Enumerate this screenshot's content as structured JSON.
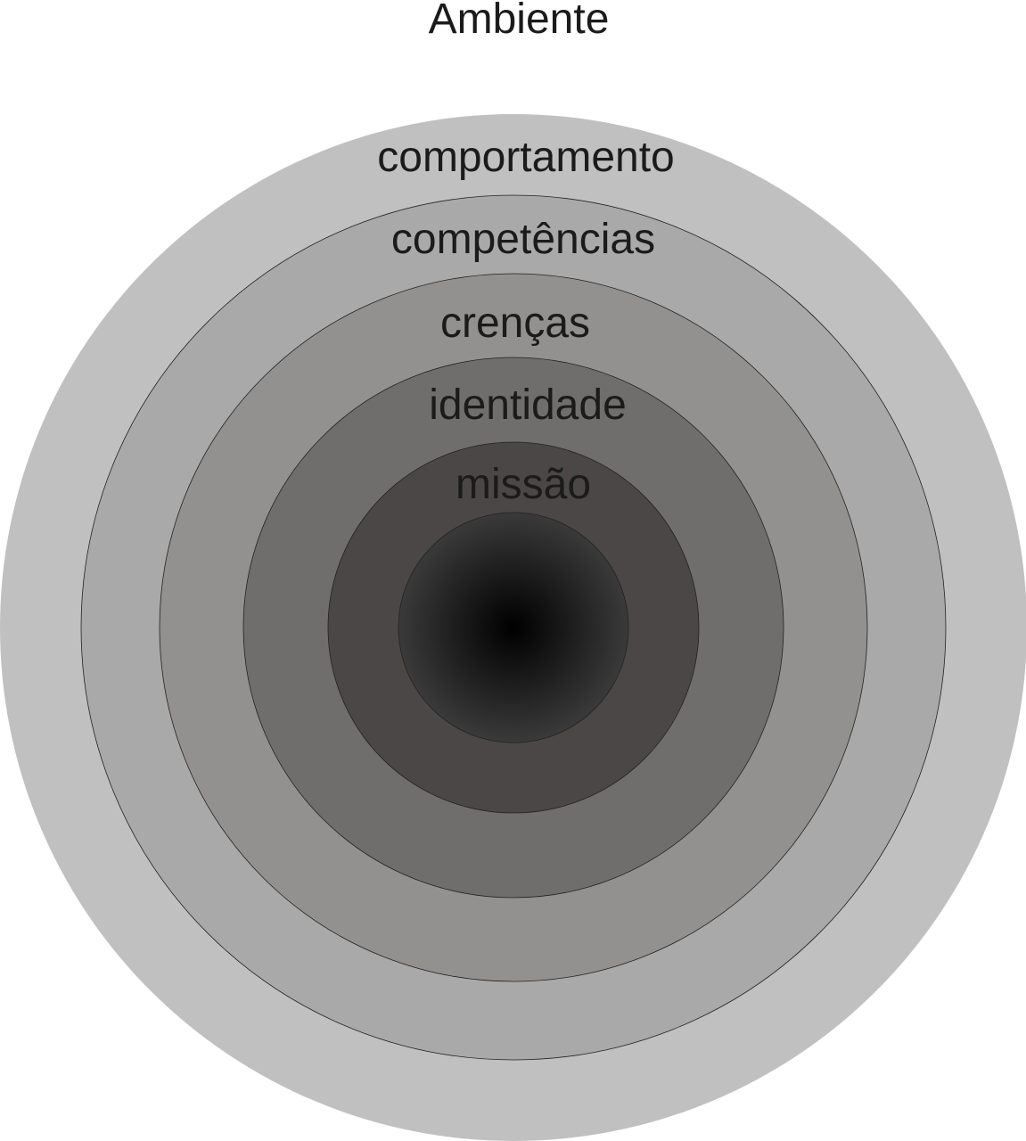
{
  "title": "Ambiente",
  "rings": [
    {
      "label": "comportamento",
      "color": "#c0c0c0"
    },
    {
      "label": "competências",
      "color": "#a9a9a9"
    },
    {
      "label": "crenças",
      "color": "#929190"
    },
    {
      "label": "identidade",
      "color": "#6f6e6c"
    },
    {
      "label": "missão",
      "color": "#4a4746"
    }
  ],
  "core": {
    "color_center": "#000000",
    "color_edge": "#3b3a3a"
  }
}
